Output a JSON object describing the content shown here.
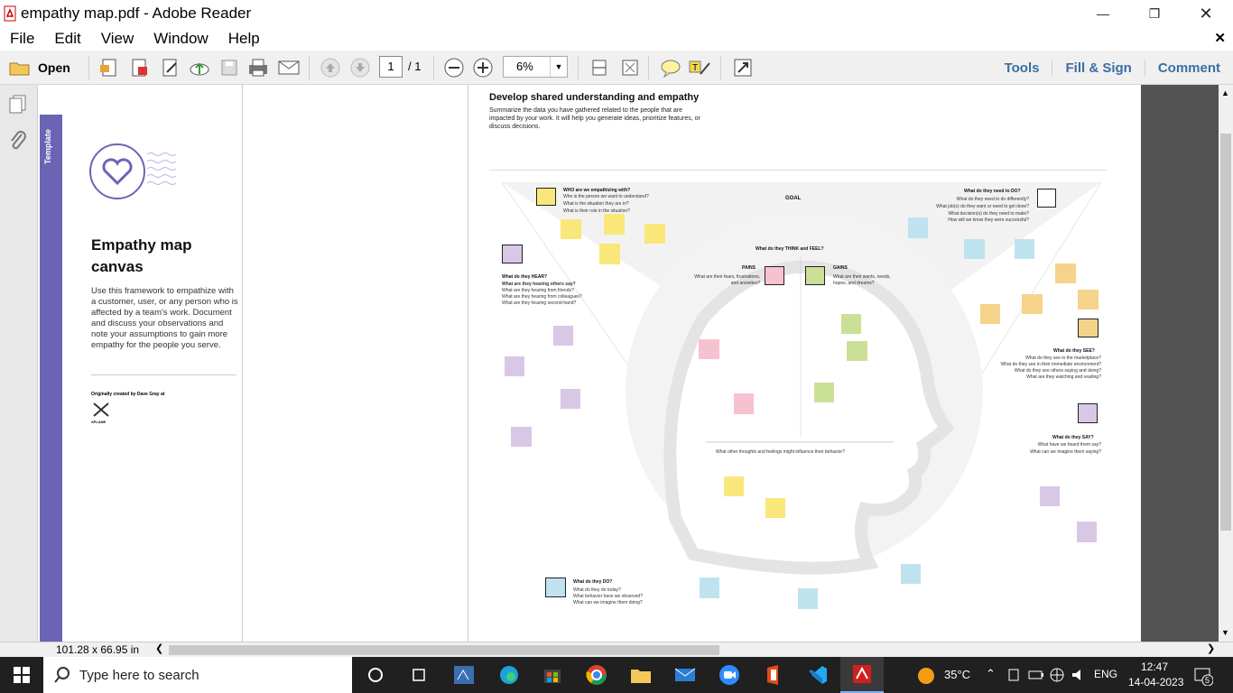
{
  "window": {
    "title": "empathy map.pdf - Adobe Reader"
  },
  "menu": [
    "File",
    "Edit",
    "View",
    "Window",
    "Help"
  ],
  "toolbar": {
    "open_label": "Open",
    "page_current": "1",
    "page_total": "/ 1",
    "zoom": "6%",
    "tools": "Tools",
    "fill_sign": "Fill & Sign",
    "comment": "Comment"
  },
  "sidebar": {
    "tab_label": "Template",
    "heading": "Empathy map canvas",
    "body": "Use this framework to empathize with a customer, user, or any person who is affected by a team's work. Document and discuss your observations and note your assumptions to gain more empathy for the people you serve.",
    "credit": "Originally created by Dave Gray at",
    "logo_text": "XPLANE"
  },
  "canvas": {
    "heading": "Develop shared understanding and empathy",
    "subheading": "Summarize the data you have gathered related to the people that are impacted by your work. It will help you generate ideas, prioritize features, or discuss decisions.",
    "who_title": "WHO are we empathizing with?",
    "who_q": [
      "Who is the person we want to understand?",
      "What is the situation they are in?",
      "What is their role in the situation?"
    ],
    "goal": "GOAL",
    "need_title": "What do they need to DO?",
    "need_q": [
      "What do they need to do differently?",
      "What job(s) do they want or need to get done?",
      "What decision(s) do they need to make?",
      "How will we know they were successful?"
    ],
    "hear_title": "What do they HEAR?",
    "hear_q": [
      "What are they hearing others say?",
      "What are they hearing from friends?",
      "What are they hearing from colleagues?",
      "What are they hearing second-hand?"
    ],
    "think_title": "What do they THINK and FEEL?",
    "pains_title": "PAINS",
    "pains_q": "What are their fears, frustrations, and anxieties?",
    "gains_title": "GAINS",
    "gains_q": "What are their wants, needs, hopes, and dreams?",
    "other_q": "What other thoughts and feelings might influence their behavior?",
    "see_title": "What do they SEE?",
    "see_q": [
      "What do they see in the marketplace?",
      "What do they see in their immediate environment?",
      "What do they see others saying and doing?",
      "What are they watching and reading?"
    ],
    "say_title": "What do they SAY?",
    "say_q": [
      "What have we heard them say?",
      "What can we imagine them saying?"
    ],
    "do_title": "What do they DO?",
    "do_q": [
      "What do they do today?",
      "What behavior have we observed?",
      "What can we imagine them doing?"
    ]
  },
  "status": {
    "page_size": "101.28 x 66.95 in"
  },
  "taskbar": {
    "search": "Type here to search",
    "temp": "35°C",
    "lang": "ENG",
    "time": "12:47",
    "date": "14-04-2023",
    "notif": "5"
  },
  "colors": {
    "accent_purple": "#6b64b5",
    "link_blue": "#3b6ea5",
    "taskbar": "#202020"
  }
}
